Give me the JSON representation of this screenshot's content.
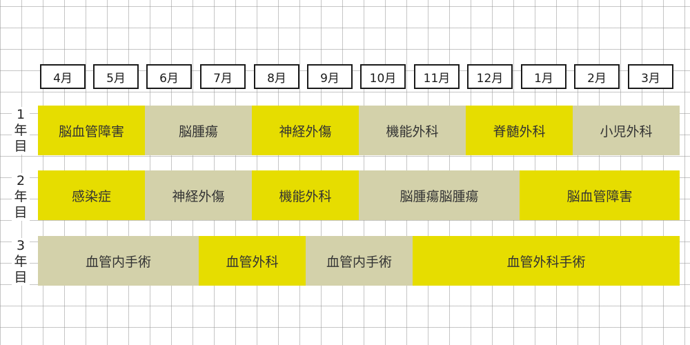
{
  "months": [
    "4月",
    "5月",
    "6月",
    "7月",
    "8月",
    "9月",
    "10月",
    "11月",
    "12月",
    "1月",
    "2月",
    "3月"
  ],
  "years": [
    {
      "label": [
        "1",
        "年",
        "目"
      ],
      "segments": [
        {
          "text": "脳血管障害",
          "color": "yellow"
        },
        {
          "text": "脳腫瘍",
          "color": "gray"
        },
        {
          "text": "神経外傷",
          "color": "yellow"
        },
        {
          "text": "機能外科",
          "color": "gray"
        },
        {
          "text": "脊髄外科",
          "color": "yellow"
        },
        {
          "text": "小児外科",
          "color": "gray"
        }
      ]
    },
    {
      "label": [
        "2",
        "年",
        "目"
      ],
      "segments": [
        {
          "text": "感染症",
          "color": "yellow"
        },
        {
          "text": "神経外傷",
          "color": "gray"
        },
        {
          "text": "機能外科",
          "color": "yellow"
        },
        {
          "text": "脳腫瘍脳腫瘍",
          "color": "gray"
        },
        {
          "text": "脳血管障害",
          "color": "yellow"
        }
      ]
    },
    {
      "label": [
        "3",
        "年",
        "目"
      ],
      "segments": [
        {
          "text": "血管内手術",
          "color": "gray"
        },
        {
          "text": "血管外科",
          "color": "yellow"
        },
        {
          "text": "血管内手術",
          "color": "gray"
        },
        {
          "text": "血管外科手術",
          "color": "yellow"
        }
      ]
    }
  ],
  "colors": {
    "yellow": "#e6dd00",
    "gray": "#d3d1aa",
    "border": "#1a1a1a"
  }
}
